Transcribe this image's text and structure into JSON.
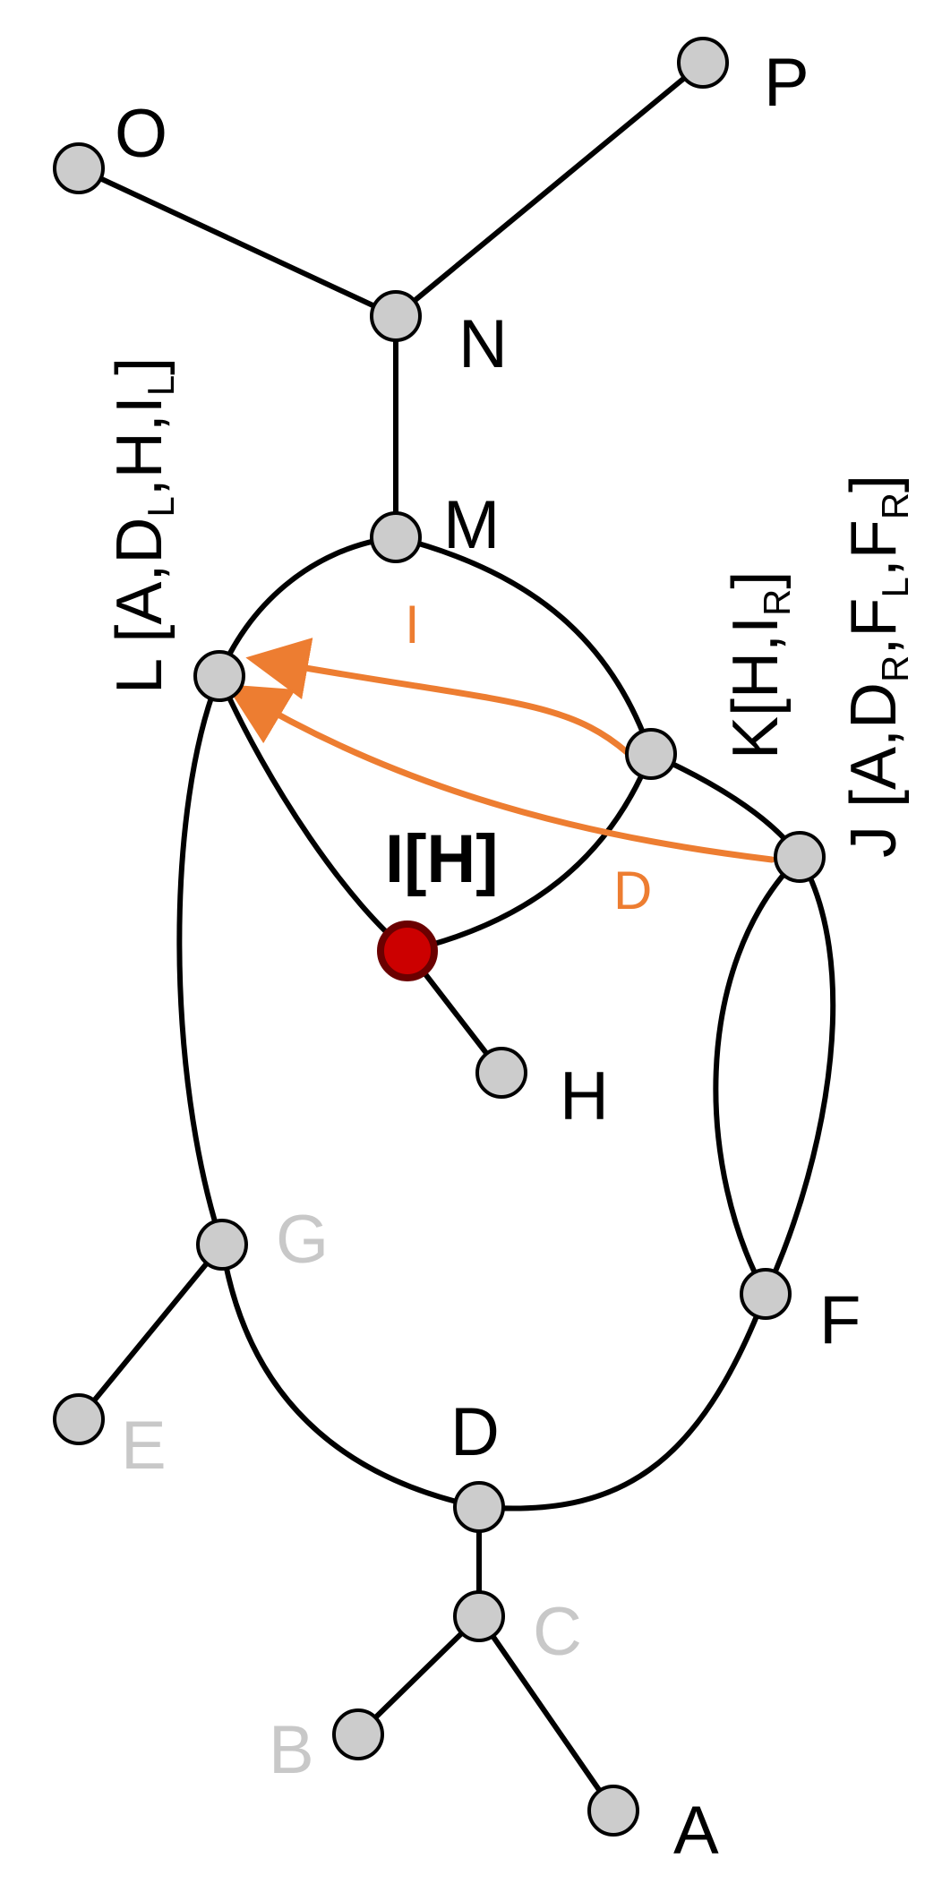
{
  "colors": {
    "edge": "#000000",
    "node_fill": "#cccccc",
    "label_active": "#000000",
    "label_faded": "#c8c8c8",
    "arrow": "#ed7d31",
    "highlight_node_fill": "#cc0000",
    "highlight_node_stroke": "#6b0000"
  },
  "nodes": {
    "A": "A",
    "B": "B",
    "C": "C",
    "D": "D",
    "E": "E",
    "F": "F",
    "G": "G",
    "H": "H",
    "I": "I[H]",
    "M": "M",
    "N": "N",
    "O": "O",
    "P": "P"
  },
  "side_labels": {
    "L": {
      "main": "L [A,D",
      "s1": "L",
      "m2": ",H,I",
      "s2": "L",
      "end": "]"
    },
    "K": {
      "main": "K[H,I",
      "s1": "R",
      "end": "]"
    },
    "J": {
      "main": "J [A,D",
      "s1": "R",
      "m2": ",F",
      "s2": "L",
      "m3": ",F",
      "s3": "R",
      "end": "]"
    }
  },
  "arrows": {
    "I": "I",
    "D": "D"
  }
}
